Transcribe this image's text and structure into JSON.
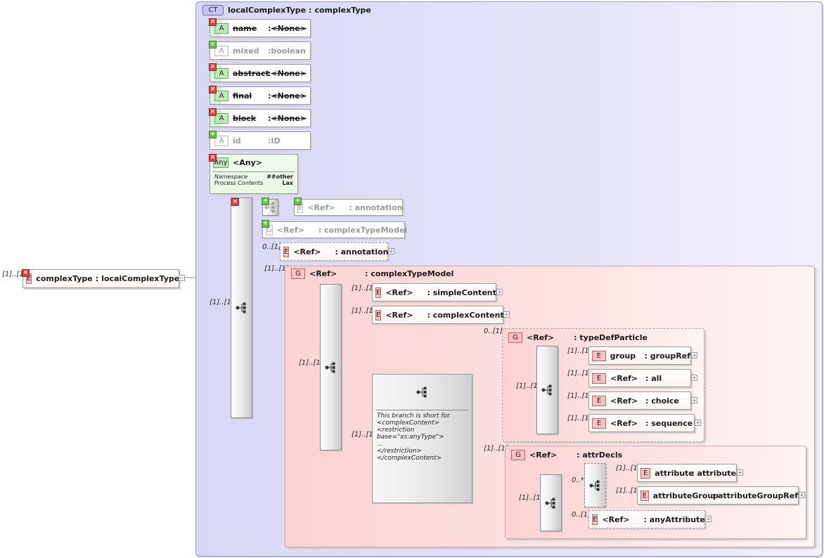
{
  "root": {
    "cardinality": "[1]..[1]",
    "badge": "E",
    "name": "complexType",
    "type": "localComplexType"
  },
  "ct": {
    "badge": "CT",
    "name": "localComplexType",
    "type": "complexType"
  },
  "attributes": [
    {
      "badge": "A",
      "name": "name",
      "type": "<None>",
      "state": "prohibited"
    },
    {
      "badge": "A",
      "name": "mixed",
      "type": "boolean",
      "state": "added"
    },
    {
      "badge": "A",
      "name": "abstract",
      "type": "<None>",
      "state": "prohibited"
    },
    {
      "badge": "A",
      "name": "final",
      "type": "<None>",
      "state": "prohibited"
    },
    {
      "badge": "A",
      "name": "block",
      "type": "<None>",
      "state": "prohibited"
    },
    {
      "badge": "A",
      "name": "id",
      "type": "ID",
      "state": "added"
    }
  ],
  "any": {
    "badge": "Any",
    "title": "<Any>",
    "ns_label": "Namespace",
    "ns_value": "##other",
    "pc_label": "Process Contents",
    "pc_value": "Lax"
  },
  "outer_seq": {
    "cardinality": "[1]..[1]"
  },
  "restricted_items": [
    {
      "badge": "E",
      "name": "<Ref>",
      "type": ": annotation"
    },
    {
      "badge": "G",
      "name": "<Ref>",
      "type": ": complexTypeModel"
    }
  ],
  "annotation": {
    "cardinality": "0..[1]",
    "badge": "E",
    "name": "<Ref>",
    "type": ": annotation"
  },
  "ctm": {
    "cardinality": "[1]..[1]",
    "badge": "G",
    "name": "<Ref>",
    "type": ": complexTypeModel"
  },
  "choice": {
    "cardinality": "[1]..[1]"
  },
  "simple": {
    "cardinality": "[1]..[1]",
    "badge": "E",
    "name": "<Ref>",
    "type": ": simpleContent"
  },
  "complex": {
    "cardinality": "[1]..[1]",
    "badge": "E",
    "name": "<Ref>",
    "type": ": complexContent"
  },
  "branch": {
    "cardinality": "[1]..[1]",
    "lines": [
      "This branch is short for",
      "<complexContent>",
      "<restriction base=\"xs:anyType\">",
      "...",
      "</restriction>",
      "</complexContent>"
    ]
  },
  "tdp": {
    "cardinality": "0..[1]",
    "badge": "G",
    "name": "<Ref>",
    "type": ": typeDefParticle",
    "choice_card": "[1]..[1]",
    "items": [
      {
        "cardinality": "[1]..[1]",
        "badge": "E",
        "name": "group",
        "type": ": groupRef"
      },
      {
        "cardinality": "[1]..[1]",
        "badge": "E",
        "name": "<Ref>",
        "type": ": all"
      },
      {
        "cardinality": "[1]..[1]",
        "badge": "E",
        "name": "<Ref>",
        "type": ": choice"
      },
      {
        "cardinality": "[1]..[1]",
        "badge": "E",
        "name": "<Ref>",
        "type": ": sequence"
      }
    ]
  },
  "attr_decls": {
    "cardinality": "[1]..[1]",
    "badge": "G",
    "name": "<Ref>",
    "type": ": attrDecls",
    "seq_card": "[1]..[1]",
    "inner_card": "0..*",
    "items": [
      {
        "cardinality": "[1]..[1]",
        "badge": "E",
        "name": "attribute",
        "type": ": attribute"
      },
      {
        "cardinality": "[1]..[1]",
        "badge": "E",
        "name": "attributeGroup",
        "type": ": attributeGroupRef"
      }
    ],
    "any_attr": {
      "cardinality": "0..[1]",
      "badge": "E",
      "name": "<Ref>",
      "type": ": anyAttribute"
    }
  }
}
